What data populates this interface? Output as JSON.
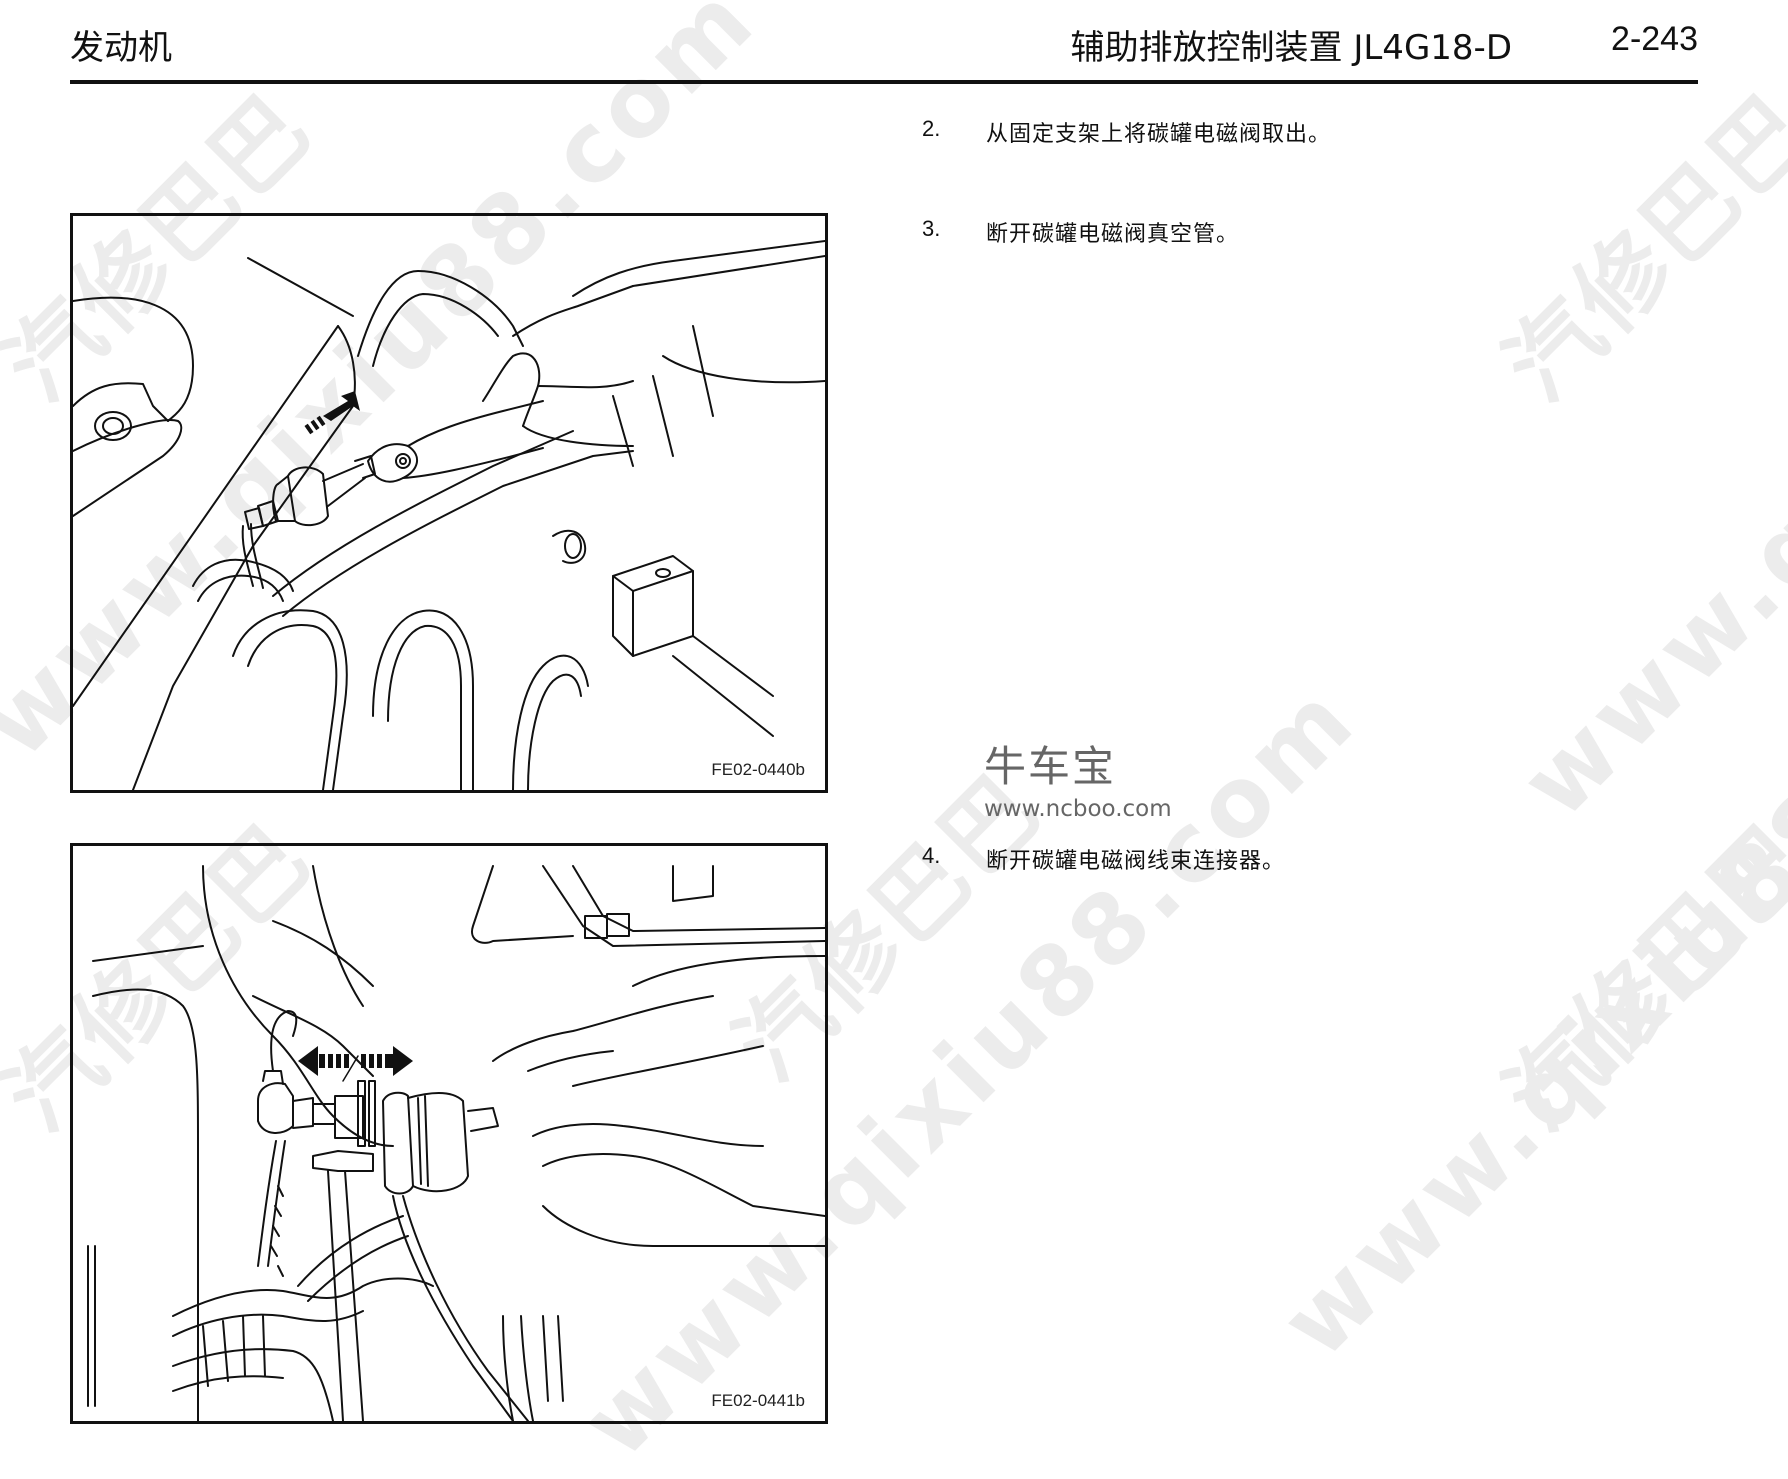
{
  "header": {
    "section": "发动机",
    "chapter_title": "辅助排放控制装置 JL4G18-D",
    "page_number": "2-243"
  },
  "steps": [
    {
      "number": "2.",
      "text": "从固定支架上将碳罐电磁阀取出。"
    },
    {
      "number": "3.",
      "text": "断开碳罐电磁阀真空管。"
    },
    {
      "number": "4.",
      "text": "断开碳罐电磁阀线束连接器。"
    }
  ],
  "figures": [
    {
      "id": "FE02-0440b",
      "description": "Pliers releasing vacuum hose clamp from canister purge solenoid valve, arrow showing pull direction"
    },
    {
      "id": "FE02-0441b",
      "description": "Hands separating canister purge solenoid valve harness connector, double arrows showing pull-apart direction"
    }
  ],
  "logo": {
    "name": "牛车宝",
    "url": "www.ncboo.com"
  },
  "watermarks": {
    "url_text": "www.qixiu88.com",
    "cn_text": "汽修巴巴"
  },
  "colors": {
    "text": "#111111",
    "rule": "#111111",
    "logo": "#666666",
    "watermark": "#ececec"
  }
}
